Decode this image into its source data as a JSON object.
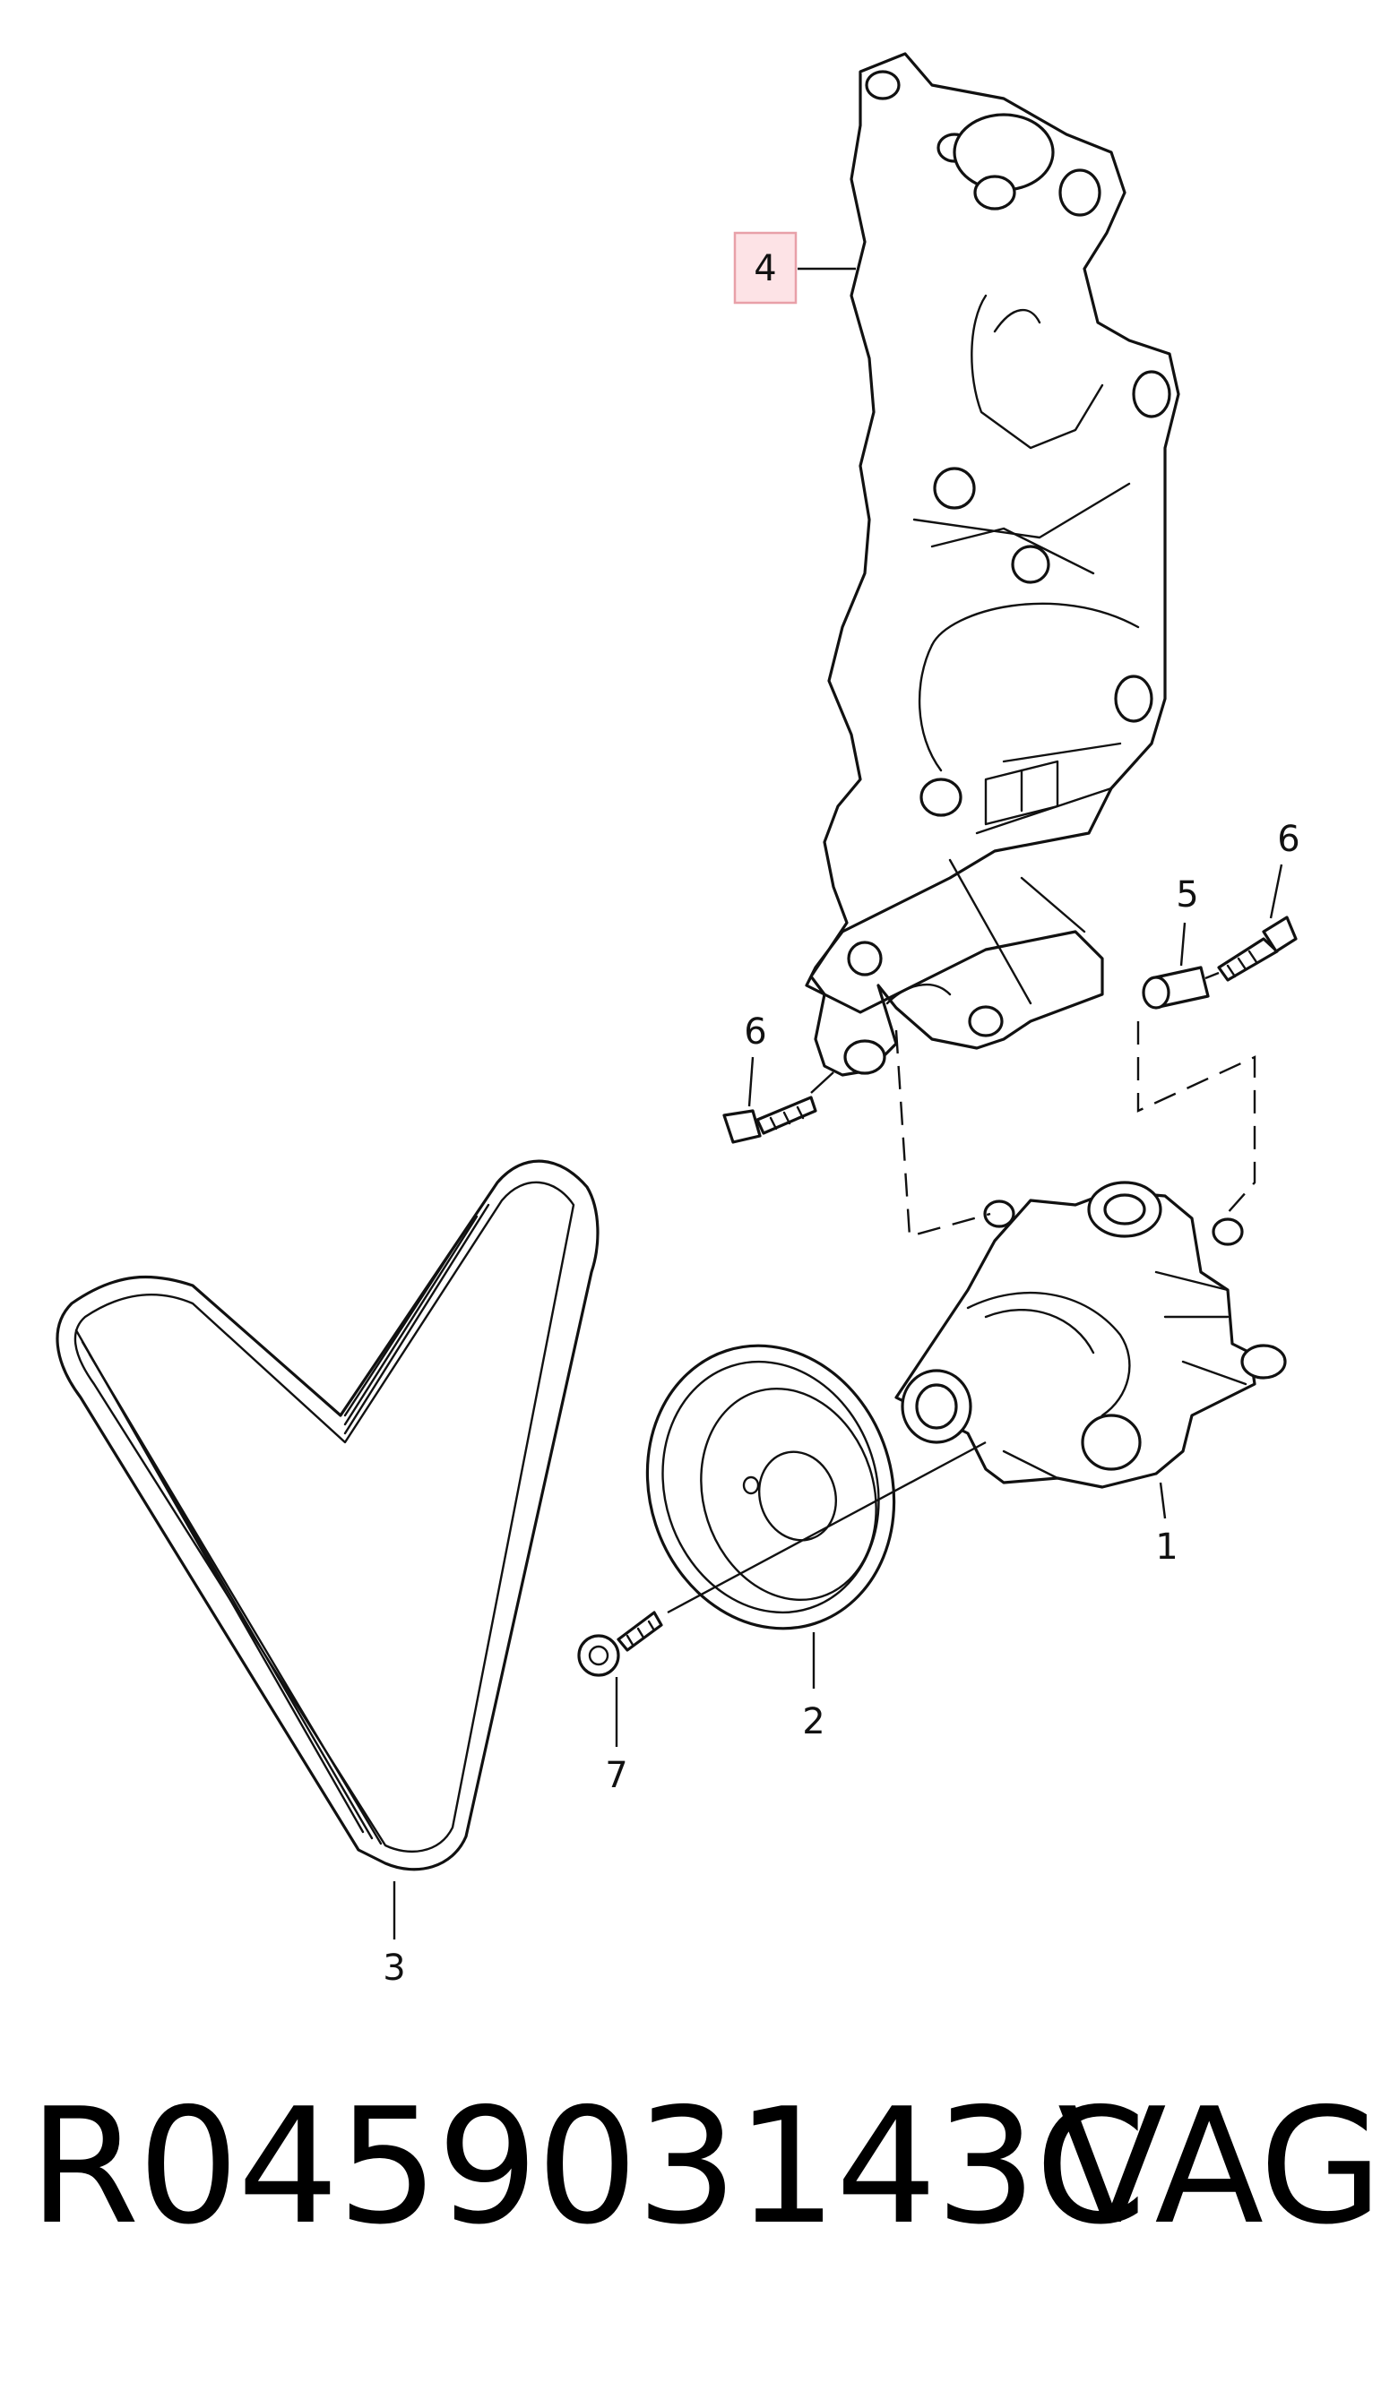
{
  "diagram": {
    "callouts": {
      "c1": "1",
      "c2": "2",
      "c3": "3",
      "c4": "4",
      "c5": "5",
      "c6a": "6",
      "c6b": "6",
      "c7": "7"
    },
    "highlight_color": "#e8a0a8",
    "highlight_fill": "#fde3e6"
  },
  "footer": {
    "part_number": "R045903143C",
    "brand": "VAG"
  }
}
